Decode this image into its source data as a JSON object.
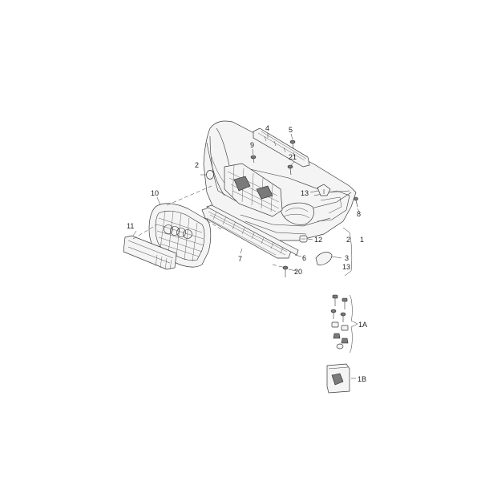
{
  "labels": {
    "l1": "1",
    "l1a": "1A",
    "l1b": "1B",
    "l2a": "2",
    "l2b": "2",
    "l3": "3",
    "l4": "4",
    "l5": "5",
    "l6": "6",
    "l7": "7",
    "l8": "8",
    "l9": "9",
    "l10": "10",
    "l11": "11",
    "l12": "12",
    "l13a": "13",
    "l13b": "13",
    "l20": "20",
    "l21": "21"
  }
}
